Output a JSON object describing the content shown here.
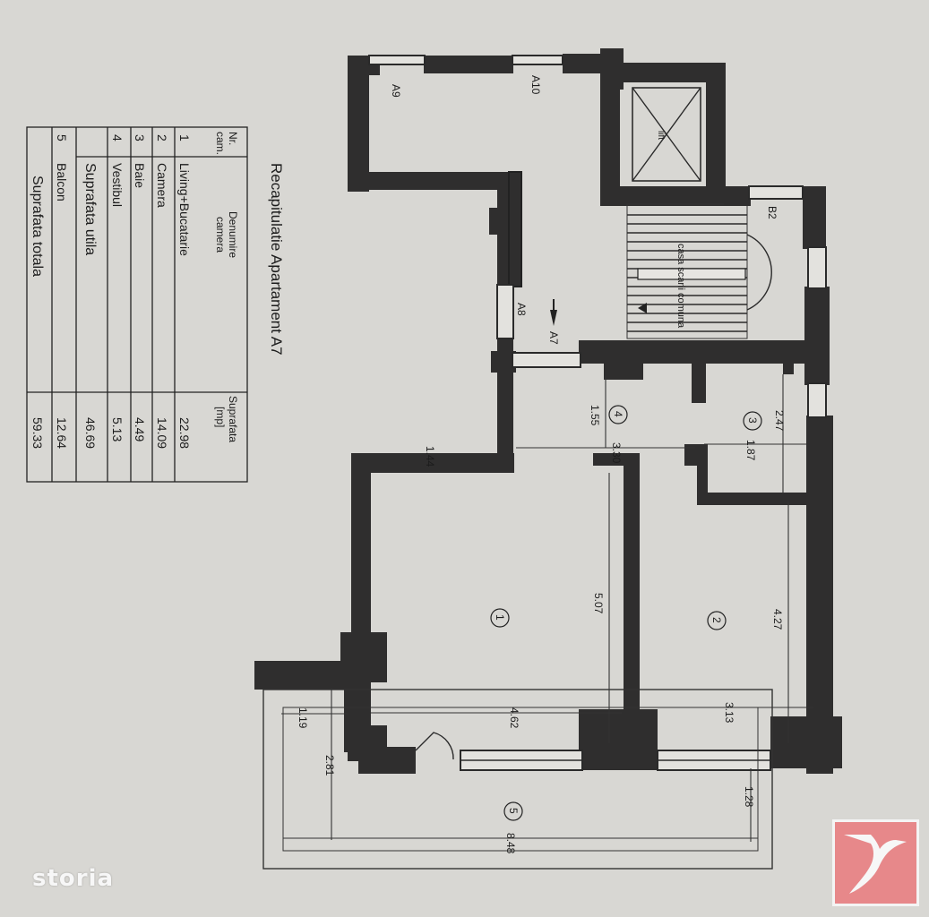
{
  "table": {
    "title": "Recapitulatie Apartament A7",
    "headers": {
      "nr": "Nr. cam.",
      "name": "Denumire camera",
      "area": "Suprafata [mp]"
    },
    "rooms": [
      {
        "nr": "1",
        "name": "Living+Bucatarie",
        "area": "22.98"
      },
      {
        "nr": "2",
        "name": "Camera",
        "area": "14.09"
      },
      {
        "nr": "3",
        "name": "Baie",
        "area": "4.49"
      },
      {
        "nr": "4",
        "name": "Vestibul",
        "area": "5.13"
      }
    ],
    "useful": {
      "label": "Suprafata utila",
      "area": "46.69"
    },
    "balcony": {
      "nr": "5",
      "name": "Balcon",
      "area": "12.64"
    },
    "total": {
      "label": "Suprafata totala",
      "area": "59.33"
    }
  },
  "plan": {
    "openings": [
      "A9",
      "A10",
      "A8",
      "A7",
      "B2"
    ],
    "staircase_label": "casa scarii comuna",
    "lift_label": "lift",
    "room_numbers": [
      "1",
      "2",
      "3",
      "4",
      "5"
    ],
    "dimensions": [
      "1.55",
      "3.30",
      "2.47",
      "1.87",
      "5.07",
      "4.27",
      "4.62",
      "3.13",
      "1.19",
      "2.81",
      "1.28",
      "8.48",
      "1.44"
    ]
  },
  "watermark": "storia",
  "colors": {
    "badge": "#e7888a",
    "wall": "#2f2e2e",
    "paper": "#d8d7d3"
  }
}
